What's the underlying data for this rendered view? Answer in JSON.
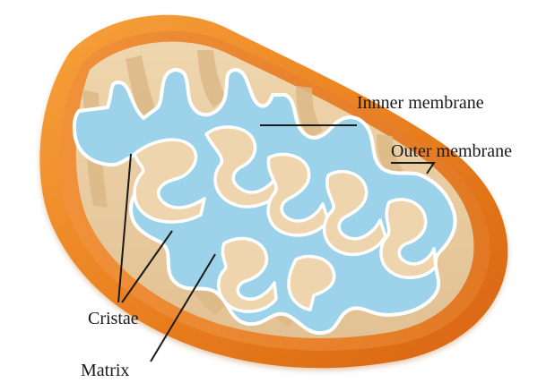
{
  "diagram": {
    "labels": {
      "inner_membrane": "Innner membrane",
      "outer_membrane": "Outer membrane",
      "cristae": "Cristae",
      "matrix": "Matrix"
    },
    "colors": {
      "outer_dark": "#e0731a",
      "outer_light": "#f4a040",
      "intermembrane": "#f7d9a8",
      "cristae_wall": "#e6c69a",
      "cristae_top": "#efd5ae",
      "membrane_edge": "#ffffff",
      "matrix": "#9dd3ea",
      "leader": "#1a1a1a"
    }
  }
}
